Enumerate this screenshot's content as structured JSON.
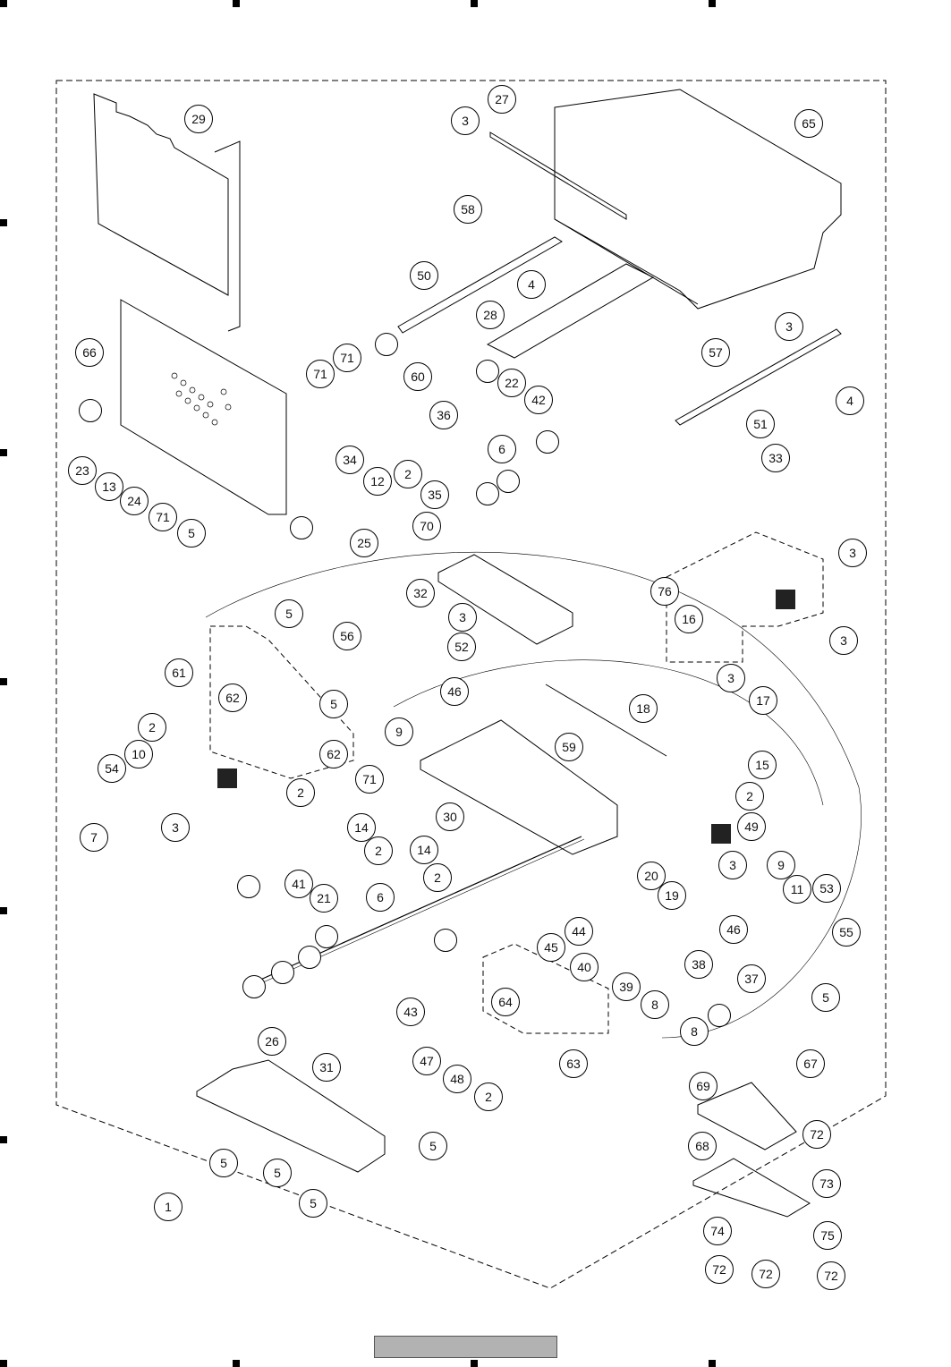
{
  "diagram": {
    "type": "exploded-parts-view",
    "footer_box_text": "",
    "callouts": [
      {
        "id": "c29",
        "label": "29"
      },
      {
        "id": "c27",
        "label": "27"
      },
      {
        "id": "c3a",
        "label": "3"
      },
      {
        "id": "c65",
        "label": "65"
      },
      {
        "id": "c58",
        "label": "58"
      },
      {
        "id": "c50",
        "label": "50"
      },
      {
        "id": "c4a",
        "label": "4"
      },
      {
        "id": "c28",
        "label": "28"
      },
      {
        "id": "c3b",
        "label": "3"
      },
      {
        "id": "c57",
        "label": "57"
      },
      {
        "id": "c4b",
        "label": "4"
      },
      {
        "id": "c51",
        "label": "51"
      },
      {
        "id": "c66",
        "label": "66"
      },
      {
        "id": "c71a",
        "label": "71"
      },
      {
        "id": "c71b",
        "label": "71"
      },
      {
        "id": "c60",
        "label": "60"
      },
      {
        "id": "c22",
        "label": "22"
      },
      {
        "id": "c42",
        "label": "42"
      },
      {
        "id": "c36",
        "label": "36"
      },
      {
        "id": "c6a",
        "label": "6"
      },
      {
        "id": "c23",
        "label": "23"
      },
      {
        "id": "c13",
        "label": "13"
      },
      {
        "id": "c24",
        "label": "24"
      },
      {
        "id": "c71c",
        "label": "71"
      },
      {
        "id": "c34",
        "label": "34"
      },
      {
        "id": "c12",
        "label": "12"
      },
      {
        "id": "c2a",
        "label": "2"
      },
      {
        "id": "c35",
        "label": "35"
      },
      {
        "id": "c5a",
        "label": "5"
      },
      {
        "id": "c25",
        "label": "25"
      },
      {
        "id": "c70",
        "label": "70"
      },
      {
        "id": "c33",
        "label": "33"
      },
      {
        "id": "c3c",
        "label": "3"
      },
      {
        "id": "c32",
        "label": "32"
      },
      {
        "id": "c76",
        "label": "76"
      },
      {
        "id": "c16",
        "label": "16"
      },
      {
        "id": "c3d",
        "label": "3"
      },
      {
        "id": "c5b",
        "label": "5"
      },
      {
        "id": "c56",
        "label": "56"
      },
      {
        "id": "c3e",
        "label": "3"
      },
      {
        "id": "c52",
        "label": "52"
      },
      {
        "id": "c61",
        "label": "61"
      },
      {
        "id": "c3f",
        "label": "3"
      },
      {
        "id": "c17",
        "label": "17"
      },
      {
        "id": "c62a",
        "label": "62"
      },
      {
        "id": "c5c",
        "label": "5"
      },
      {
        "id": "c46a",
        "label": "46"
      },
      {
        "id": "c18",
        "label": "18"
      },
      {
        "id": "c2b",
        "label": "2"
      },
      {
        "id": "c9a",
        "label": "9"
      },
      {
        "id": "c62b",
        "label": "62"
      },
      {
        "id": "c59",
        "label": "59"
      },
      {
        "id": "c15",
        "label": "15"
      },
      {
        "id": "c10",
        "label": "10"
      },
      {
        "id": "c54",
        "label": "54"
      },
      {
        "id": "c71d",
        "label": "71"
      },
      {
        "id": "c2c",
        "label": "2"
      },
      {
        "id": "c2d",
        "label": "2"
      },
      {
        "id": "c30",
        "label": "30"
      },
      {
        "id": "c49",
        "label": "49"
      },
      {
        "id": "c7",
        "label": "7"
      },
      {
        "id": "c3g",
        "label": "3"
      },
      {
        "id": "c14a",
        "label": "14"
      },
      {
        "id": "c2e",
        "label": "2"
      },
      {
        "id": "c14b",
        "label": "14"
      },
      {
        "id": "c3h",
        "label": "3"
      },
      {
        "id": "c2f",
        "label": "2"
      },
      {
        "id": "c9b",
        "label": "9"
      },
      {
        "id": "c20",
        "label": "20"
      },
      {
        "id": "c41",
        "label": "41"
      },
      {
        "id": "c6b",
        "label": "6"
      },
      {
        "id": "c21",
        "label": "21"
      },
      {
        "id": "c11",
        "label": "11"
      },
      {
        "id": "c53",
        "label": "53"
      },
      {
        "id": "c19",
        "label": "19"
      },
      {
        "id": "c44",
        "label": "44"
      },
      {
        "id": "c46b",
        "label": "46"
      },
      {
        "id": "c55",
        "label": "55"
      },
      {
        "id": "c45",
        "label": "45"
      },
      {
        "id": "c40",
        "label": "40"
      },
      {
        "id": "c38",
        "label": "38"
      },
      {
        "id": "c39",
        "label": "39"
      },
      {
        "id": "c37",
        "label": "37"
      },
      {
        "id": "c64",
        "label": "64"
      },
      {
        "id": "c8a",
        "label": "8"
      },
      {
        "id": "c5d",
        "label": "5"
      },
      {
        "id": "c43",
        "label": "43"
      },
      {
        "id": "c8b",
        "label": "8"
      },
      {
        "id": "c26",
        "label": "26"
      },
      {
        "id": "c47",
        "label": "47"
      },
      {
        "id": "c63",
        "label": "63"
      },
      {
        "id": "c31",
        "label": "31"
      },
      {
        "id": "c48",
        "label": "48"
      },
      {
        "id": "c2g",
        "label": "2"
      },
      {
        "id": "c67",
        "label": "67"
      },
      {
        "id": "c69",
        "label": "69"
      },
      {
        "id": "c68",
        "label": "68"
      },
      {
        "id": "c72a",
        "label": "72"
      },
      {
        "id": "c5e",
        "label": "5"
      },
      {
        "id": "c5f",
        "label": "5"
      },
      {
        "id": "c5g",
        "label": "5"
      },
      {
        "id": "c5h",
        "label": "5"
      },
      {
        "id": "c73",
        "label": "73"
      },
      {
        "id": "c1",
        "label": "1"
      },
      {
        "id": "c74",
        "label": "74"
      },
      {
        "id": "c75",
        "label": "75"
      },
      {
        "id": "c72b",
        "label": "72"
      },
      {
        "id": "c72c",
        "label": "72"
      },
      {
        "id": "c72d",
        "label": "72"
      }
    ]
  }
}
